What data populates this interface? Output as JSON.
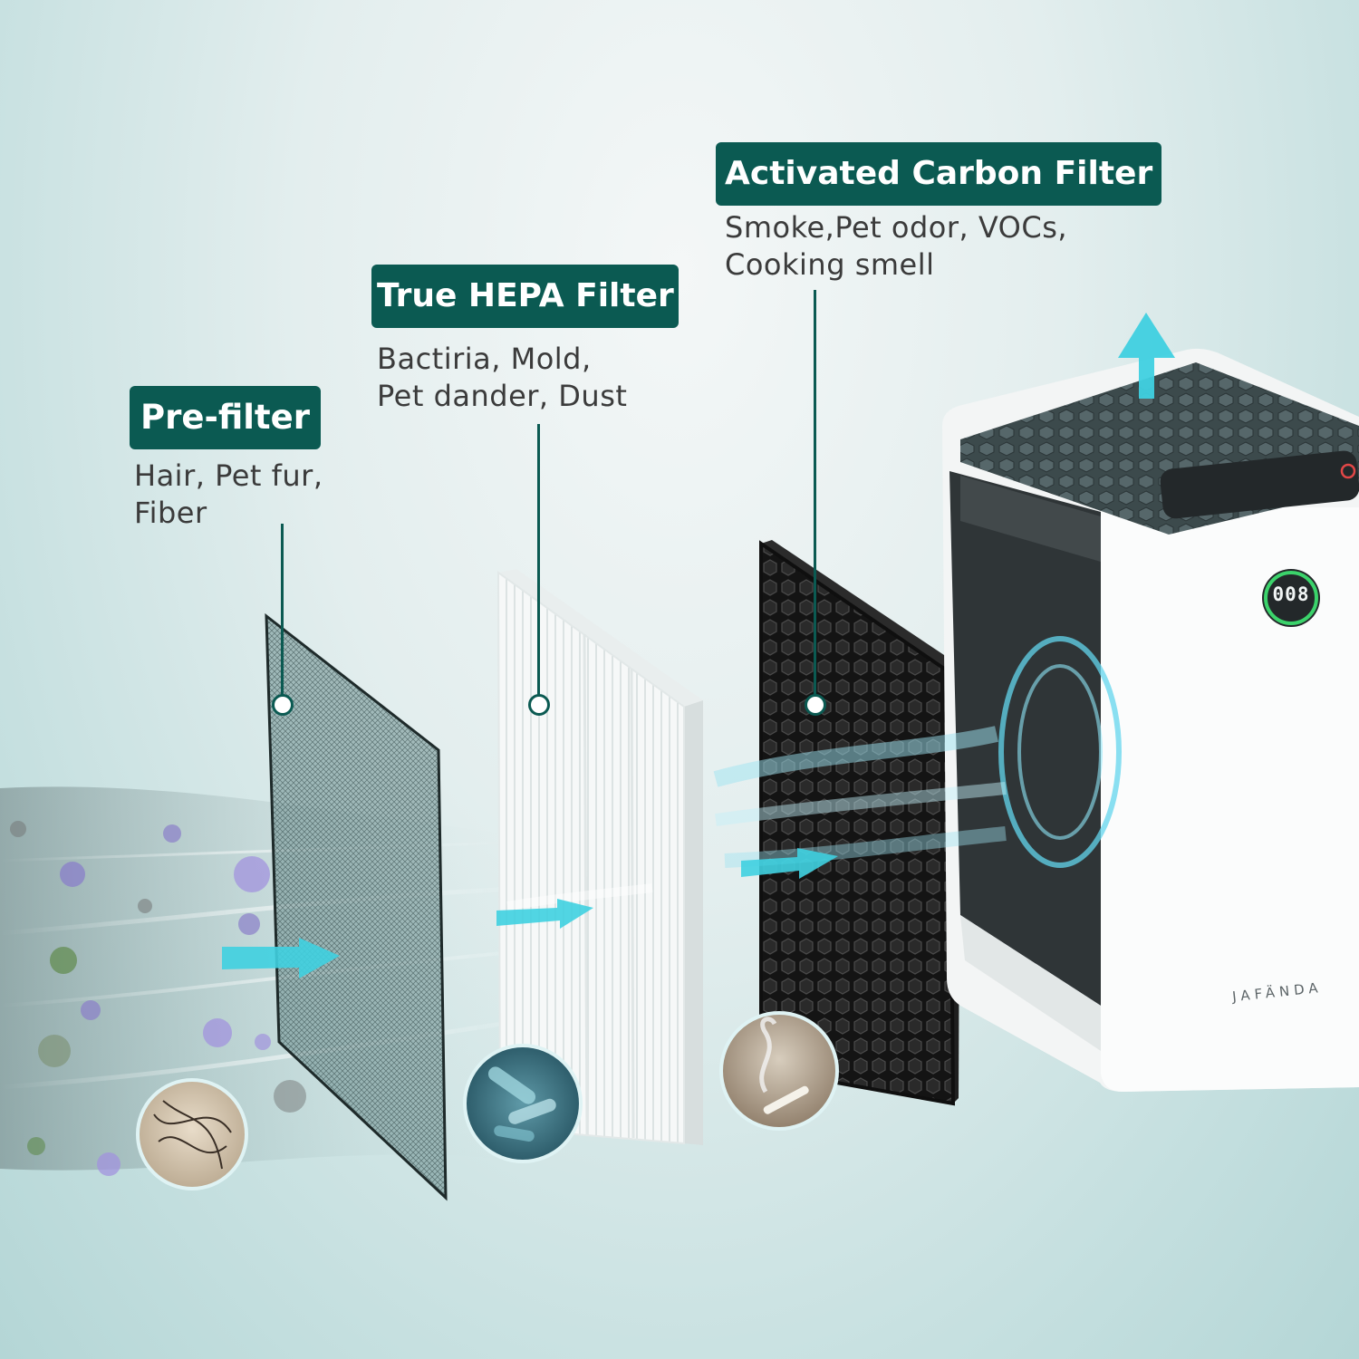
{
  "filters": [
    {
      "id": "pre",
      "title": "Pre-filter",
      "desc_line1": "Hair, Pet fur,",
      "desc_line2": "Fiber",
      "icon": "hair-icon"
    },
    {
      "id": "hepa",
      "title": "True HEPA Filter",
      "desc_line1": "Bactiria, Mold,",
      "desc_line2": "Pet dander, Dust",
      "icon": "bacteria-icon"
    },
    {
      "id": "carbon",
      "title": "Activated Carbon Filter",
      "desc_line1": "Smoke,Pet odor, VOCs,",
      "desc_line2": "Cooking smell",
      "icon": "smoke-icon"
    }
  ],
  "purifier": {
    "brand": "JAFÄNDA",
    "display_value": "008"
  },
  "colors": {
    "label_bg": "#0b5a52",
    "label_text": "#ffffff",
    "desc_text": "#3b3b3b",
    "airflow_arrow": "#3fd0e0",
    "background": "#c6e0e0"
  }
}
